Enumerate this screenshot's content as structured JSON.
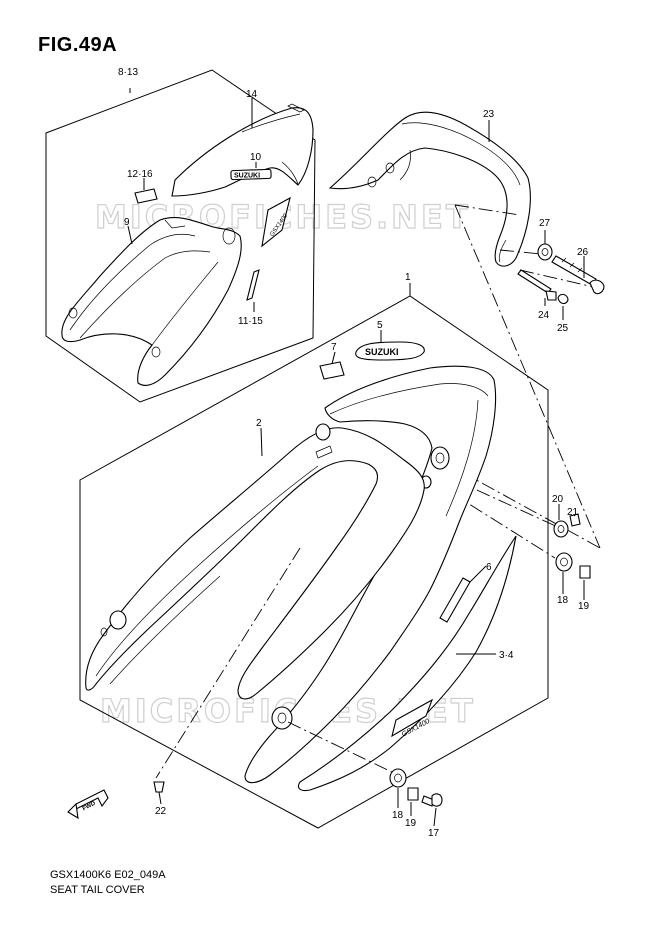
{
  "figure": {
    "title": "FIG.49A",
    "model_code": "GSX1400K6 E02_049A",
    "section_name": "SEAT TAIL COVER"
  },
  "watermark": {
    "text": "MICROFICHES.NET"
  },
  "direction_marker": {
    "label": "FWD"
  },
  "emblem_text": {
    "brand": "SUZUKI",
    "model": "GSX1400"
  },
  "callouts": [
    {
      "id": "c-8-13",
      "label": "8·13"
    },
    {
      "id": "c-14",
      "label": "14"
    },
    {
      "id": "c-10",
      "label": "10"
    },
    {
      "id": "c-12-16",
      "label": "12·16"
    },
    {
      "id": "c-9",
      "label": "9"
    },
    {
      "id": "c-11-15",
      "label": "11·15"
    },
    {
      "id": "c-23",
      "label": "23"
    },
    {
      "id": "c-27",
      "label": "27"
    },
    {
      "id": "c-26",
      "label": "26"
    },
    {
      "id": "c-24",
      "label": "24"
    },
    {
      "id": "c-25",
      "label": "25"
    },
    {
      "id": "c-1",
      "label": "1"
    },
    {
      "id": "c-5",
      "label": "5"
    },
    {
      "id": "c-7",
      "label": "7"
    },
    {
      "id": "c-2",
      "label": "2"
    },
    {
      "id": "c-20",
      "label": "20"
    },
    {
      "id": "c-21",
      "label": "21"
    },
    {
      "id": "c-6",
      "label": "6"
    },
    {
      "id": "c-18a",
      "label": "18"
    },
    {
      "id": "c-19a",
      "label": "19"
    },
    {
      "id": "c-3-4",
      "label": "3·4"
    },
    {
      "id": "c-22",
      "label": "22"
    },
    {
      "id": "c-18b",
      "label": "18"
    },
    {
      "id": "c-19b",
      "label": "19"
    },
    {
      "id": "c-17",
      "label": "17"
    }
  ]
}
